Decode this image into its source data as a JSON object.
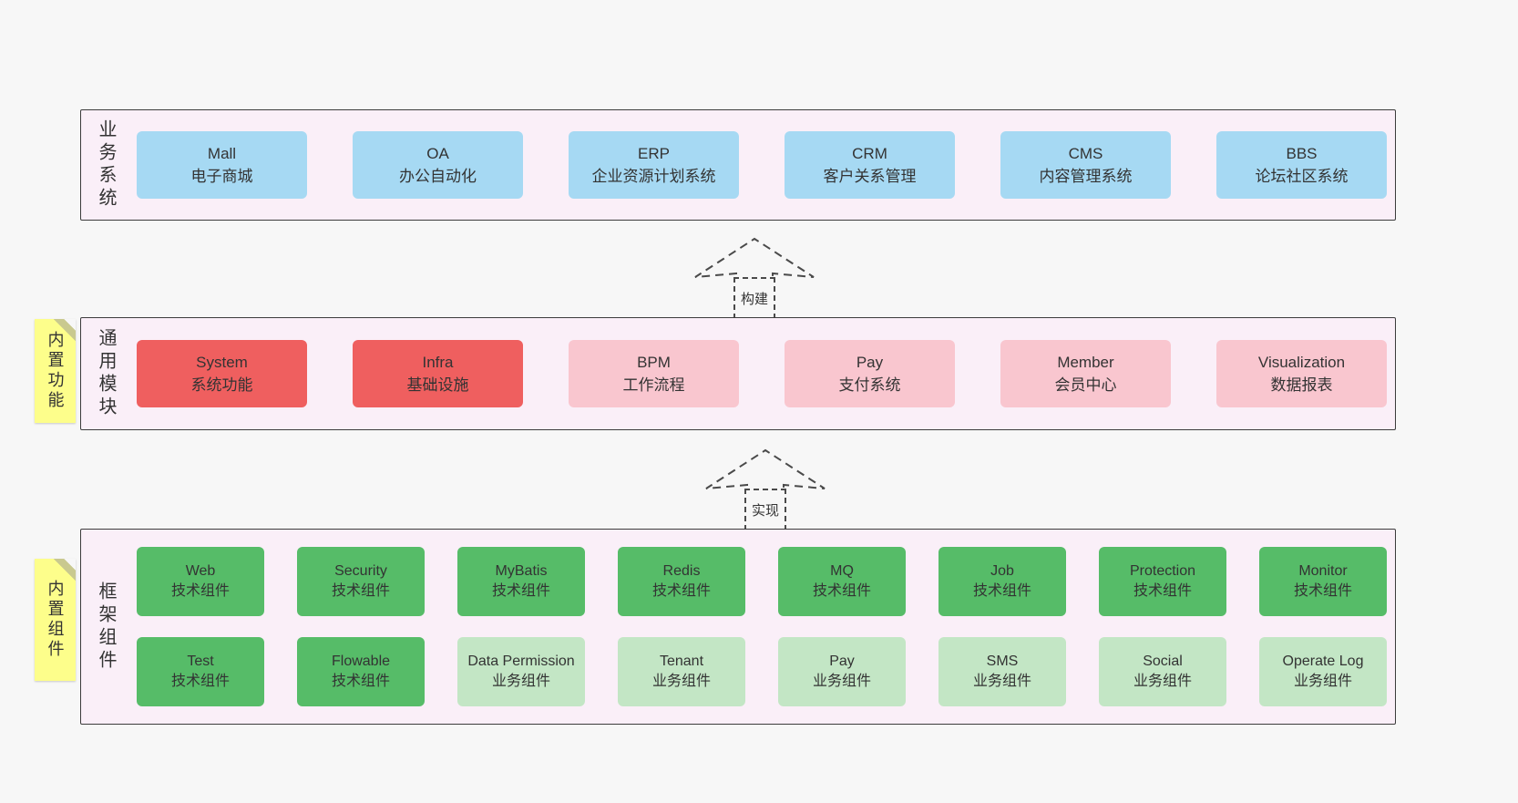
{
  "colors": {
    "page_bg": "#f7f7f7",
    "band_bg": "#faeff8",
    "band_border": "#3c3c3c",
    "blue": "#a6d9f3",
    "red": "#ef5f5f",
    "pink": "#f9c6cf",
    "green_dark": "#56bc68",
    "green_light": "#c3e6c5",
    "sticky_yellow": "#fdfe8b",
    "sticky_fold": "#c9c98f",
    "text": "#333333",
    "arrow": "#4a4a4a"
  },
  "arrows": {
    "build": "构建",
    "implement": "实现"
  },
  "bands": {
    "business": {
      "side_label": "业务系统",
      "boxes": [
        {
          "title": "Mall",
          "subtitle": "电子商城"
        },
        {
          "title": "OA",
          "subtitle": "办公自动化"
        },
        {
          "title": "ERP",
          "subtitle": "企业资源计划系统"
        },
        {
          "title": "CRM",
          "subtitle": "客户关系管理"
        },
        {
          "title": "CMS",
          "subtitle": "内容管理系统"
        },
        {
          "title": "BBS",
          "subtitle": "论坛社区系统"
        }
      ]
    },
    "modules": {
      "side_label": "通用模块",
      "sticky": "内置功能",
      "boxes": [
        {
          "title": "System",
          "subtitle": "系统功能",
          "variant": "red"
        },
        {
          "title": "Infra",
          "subtitle": "基础设施",
          "variant": "red"
        },
        {
          "title": "BPM",
          "subtitle": "工作流程",
          "variant": "pink"
        },
        {
          "title": "Pay",
          "subtitle": "支付系统",
          "variant": "pink"
        },
        {
          "title": "Member",
          "subtitle": "会员中心",
          "variant": "pink"
        },
        {
          "title": "Visualization",
          "subtitle": "数据报表",
          "variant": "pink"
        }
      ]
    },
    "components": {
      "side_label": "框架组件",
      "sticky": "内置组件",
      "rows": [
        [
          {
            "title": "Web",
            "subtitle": "技术组件",
            "variant": "green-dark"
          },
          {
            "title": "Security",
            "subtitle": "技术组件",
            "variant": "green-dark"
          },
          {
            "title": "MyBatis",
            "subtitle": "技术组件",
            "variant": "green-dark"
          },
          {
            "title": "Redis",
            "subtitle": "技术组件",
            "variant": "green-dark"
          },
          {
            "title": "MQ",
            "subtitle": "技术组件",
            "variant": "green-dark"
          },
          {
            "title": "Job",
            "subtitle": "技术组件",
            "variant": "green-dark"
          },
          {
            "title": "Protection",
            "subtitle": "技术组件",
            "variant": "green-dark"
          },
          {
            "title": "Monitor",
            "subtitle": "技术组件",
            "variant": "green-dark"
          }
        ],
        [
          {
            "title": "Test",
            "subtitle": "技术组件",
            "variant": "green-dark"
          },
          {
            "title": "Flowable",
            "subtitle": "技术组件",
            "variant": "green-dark"
          },
          {
            "title": "Data Permission",
            "subtitle": "业务组件",
            "variant": "green-light"
          },
          {
            "title": "Tenant",
            "subtitle": "业务组件",
            "variant": "green-light"
          },
          {
            "title": "Pay",
            "subtitle": "业务组件",
            "variant": "green-light"
          },
          {
            "title": "SMS",
            "subtitle": "业务组件",
            "variant": "green-light"
          },
          {
            "title": "Social",
            "subtitle": "业务组件",
            "variant": "green-light"
          },
          {
            "title": "Operate Log",
            "subtitle": "业务组件",
            "variant": "green-light"
          }
        ]
      ]
    }
  }
}
